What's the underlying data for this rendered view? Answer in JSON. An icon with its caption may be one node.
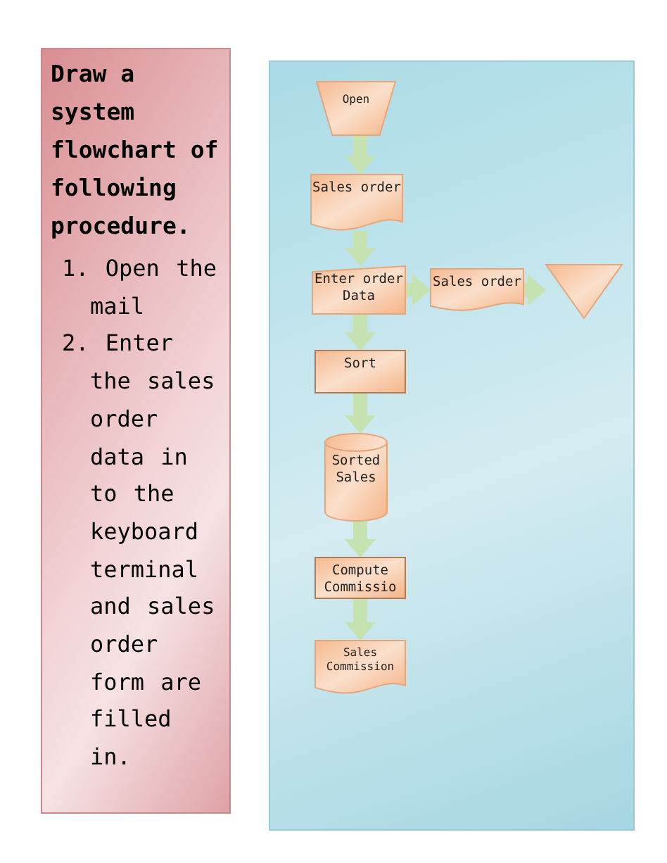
{
  "diagram": {
    "nodes": [
      {
        "text": [
          "Draw a system flowchart of following procedure.",
          "1. Open the mail",
          "2. Enter the sales order data in to the keyboard terminal and sales order form are filled in."
        ]
      },
      {
        "text": [],
        "shape": "box"
      },
      {
        "text": [
          "Open"
        ],
        "in": 1
      },
      {
        "text": [
          "Sales order"
        ],
        "in": 1
      },
      {
        "text": [
          "Enter order Data"
        ],
        "in": 1
      },
      {
        "text": [
          "Sales order"
        ],
        "in": 1
      },
      {
        "text": [],
        "shape": "triangle",
        "in": 1
      },
      {
        "text": [
          "Sort"
        ],
        "in": 1
      },
      {
        "text": [
          "Sorted Sales"
        ],
        "in": 1
      },
      {
        "text": [
          "Compute Commissio"
        ],
        "in": 1
      },
      {
        "text": [
          "Sales Commission"
        ],
        "in": 1
      }
    ],
    "edges": [
      {
        "from": 2,
        "to": 3,
        "arrow": "to"
      },
      {
        "from": 3,
        "to": 4,
        "arrow": "to"
      },
      {
        "from": 4,
        "to": 5,
        "arrow": "to"
      },
      {
        "from": 5,
        "to": 6,
        "arrow": "to"
      },
      {
        "from": 4,
        "to": 7,
        "arrow": "to"
      },
      {
        "from": 7,
        "to": 8,
        "arrow": "to"
      },
      {
        "from": 8,
        "to": 9,
        "arrow": "to"
      },
      {
        "from": 9,
        "to": 10,
        "arrow": "to"
      }
    ]
  }
}
